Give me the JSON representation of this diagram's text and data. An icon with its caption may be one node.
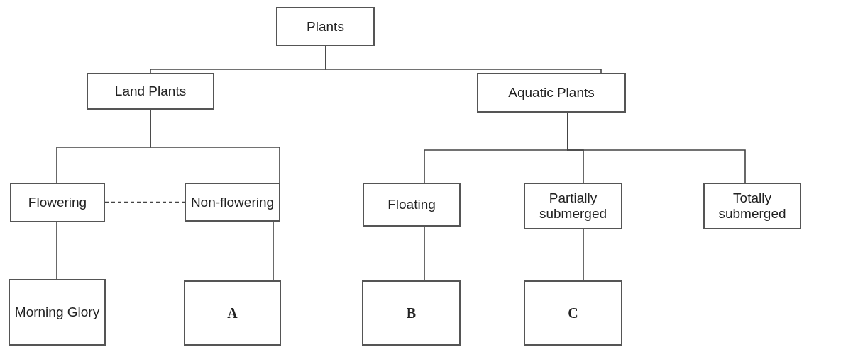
{
  "diagram": {
    "nodes": [
      {
        "text": [
          "Plants"
        ]
      },
      {
        "text": [
          "Land Plants"
        ]
      },
      {
        "text": [
          "Aquatic Plants"
        ]
      },
      {
        "text": [
          "Flowering"
        ]
      },
      {
        "text": [
          "Non-flowering"
        ]
      },
      {
        "text": [
          "Floating"
        ]
      },
      {
        "text": [
          "Partially submerged"
        ]
      },
      {
        "text": [
          "Totally submerged"
        ]
      },
      {
        "text": [
          "Morning Glory"
        ]
      },
      {
        "text": [
          "A"
        ]
      },
      {
        "text": [
          "B"
        ]
      },
      {
        "text": [
          "C"
        ]
      }
    ],
    "edges": [
      {
        "from": 0,
        "to": 1,
        "arrow": "none"
      },
      {
        "from": 0,
        "to": 2,
        "arrow": "none"
      },
      {
        "from": 1,
        "to": 3,
        "arrow": "none"
      },
      {
        "from": 1,
        "to": 4,
        "arrow": "none"
      },
      {
        "from": 2,
        "to": 5,
        "arrow": "none"
      },
      {
        "from": 2,
        "to": 6,
        "arrow": "none"
      },
      {
        "from": 2,
        "to": 7,
        "arrow": "none"
      },
      {
        "from": 3,
        "to": 4,
        "arrow": "none",
        "style": "dashed"
      },
      {
        "from": 3,
        "to": 8,
        "arrow": "none"
      },
      {
        "from": 4,
        "to": 9,
        "arrow": "none"
      },
      {
        "from": 5,
        "to": 10,
        "arrow": "none"
      },
      {
        "from": 6,
        "to": 11,
        "arrow": "none"
      }
    ]
  }
}
